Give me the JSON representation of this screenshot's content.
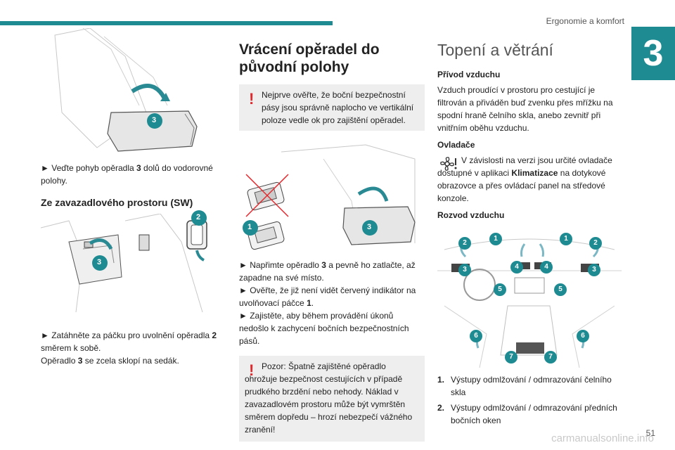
{
  "header": {
    "section_title": "Ergonomie a komfort",
    "chapter_number": "3",
    "page_number": "51"
  },
  "watermark": "carmanualsonline.info",
  "col1": {
    "illus1_badge": "3",
    "step1": {
      "bullet": "►",
      "pre": " Veďte pohyb opěradla ",
      "bold": "3",
      "post": " dolů do vodorovné polohy."
    },
    "heading": "Ze zavazadlového prostoru (SW)",
    "illus2_badges": [
      "2",
      "3"
    ],
    "step2": {
      "bullet": "►",
      "pre": " Zatáhněte za páčku pro uvolnění opěradla ",
      "bold": "2",
      "post": " směrem k sobě."
    },
    "note": {
      "pre": "Opěradlo ",
      "bold": "3",
      "post": " se zcela sklopí na sedák."
    }
  },
  "col2": {
    "heading": "Vrácení opěradel do původní polohy",
    "warning1": "Nejprve ověřte, že boční bezpečnostní pásy jsou správně naplocho ve vertikální poloze vedle ok pro zajištění opěradel.",
    "illus_badges": [
      "1",
      "3"
    ],
    "steps": [
      {
        "bullet": "►",
        "pre": " Napřimte opěradlo ",
        "bold": "3",
        "post": " a pevně ho zatlačte, až zapadne na své místo."
      },
      {
        "bullet": "►",
        "pre": " Ověřte, že již není vidět červený indikátor na uvolňovací páčce ",
        "bold": "1",
        "post": "."
      },
      {
        "bullet": "►",
        "pre": " Zajistěte, aby během provádění úkonů nedošlo k zachycení bočních bezpečnostních pásů.",
        "bold": "",
        "post": ""
      }
    ],
    "warning2": "Pozor: Špatně zajištěné opěradlo ohrožuje bezpečnost cestujících v případě prudkého brzdění nebo nehody. Náklad v zavazadlovém prostoru může být vymrštěn směrem dopředu – hrozí nebezpečí vážného zranění!"
  },
  "col3": {
    "heading": "Topení a větrání",
    "sub1": "Přívod vzduchu",
    "para1": "Vzduch proudící v prostoru pro cestující je filtrován a přiváděn buď zvenku přes mřížku na spodní hraně čelního skla, anebo zevnitř při vnitřním oběhu vzduchu.",
    "sub2": "Ovladače",
    "para2": {
      "pre": "V závislosti na verzi jsou určité ovladače dostupné v aplikaci ",
      "bold": "Klimatizace",
      "post": " na dotykové obrazovce a přes ovládací panel na středové konzole."
    },
    "sub3": "Rozvod vzduchu",
    "diagram_badges": [
      "1",
      "1",
      "2",
      "2",
      "3",
      "3",
      "4",
      "4",
      "5",
      "5",
      "6",
      "6",
      "7",
      "7"
    ],
    "list": [
      {
        "n": "1.",
        "text": "Výstupy odmlžování / odmrazování čelního skla"
      },
      {
        "n": "2.",
        "text": "Výstupy odmlžování / odmrazování předních bočních oken"
      }
    ]
  },
  "colors": {
    "accent": "#1e8b92",
    "warning": "#e0282d",
    "warning_bg": "#eeeeee"
  },
  "icons": [
    "warning-icon",
    "climate-fan-icon"
  ]
}
